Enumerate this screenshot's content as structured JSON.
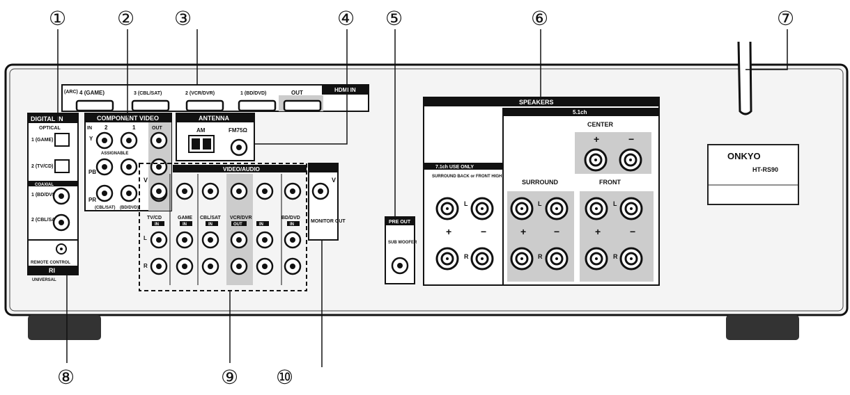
{
  "callouts": [
    "①",
    "②",
    "③",
    "④",
    "⑤",
    "⑥",
    "⑦",
    "⑧",
    "⑨",
    "⑩"
  ],
  "hdmi": {
    "header": "HDMI IN",
    "sub": "(ARC)",
    "ports": [
      {
        "num": "4",
        "name": "(GAME)"
      },
      {
        "num": "3",
        "name": "(CBL/SAT)"
      },
      {
        "num": "2",
        "name": "(VCR/DVR)"
      },
      {
        "num": "1",
        "name": "(BD/DVD)"
      },
      {
        "num": "",
        "name": "OUT"
      }
    ]
  },
  "digital_in": {
    "title": "DIGITAL IN",
    "optical": "OPTICAL",
    "opt1": "1 (GAME)",
    "opt2": "2 (TV/CD)",
    "coaxial": "COAXIAL",
    "coax1": "1 (BD/DVD)",
    "coax2": "2 (CBL/SAT)"
  },
  "remote": {
    "label": "REMOTE CONTROL",
    "ri": "RI",
    "sub": "UNIVERSAL"
  },
  "component": {
    "title": "COMPONENT VIDEO",
    "in_label": "IN",
    "in2": "2",
    "in1": "1",
    "out_label": "OUT",
    "y": "Y",
    "pb": "PB",
    "pr": "PR",
    "assignable": "ASSIGNABLE",
    "src2": "(CBL/SAT)",
    "src1": "(BD/DVD)"
  },
  "antenna": {
    "title": "ANTENNA",
    "am": "AM",
    "fm": "FM75Ω"
  },
  "video_audio": {
    "title": "VIDEO/AUDIO",
    "v": "V",
    "l": "L",
    "r": "R",
    "columns": [
      {
        "name": "TV/CD",
        "tag": "IN"
      },
      {
        "name": "GAME",
        "tag": "IN"
      },
      {
        "name": "CBL/SAT",
        "tag": "IN"
      },
      {
        "name": "VCR/DVR",
        "tag": "OUT"
      },
      {
        "name": "",
        "tag": "IN"
      },
      {
        "name": "BD/DVD",
        "tag": "IN"
      }
    ],
    "monitor": "MONITOR OUT"
  },
  "pre_out": {
    "title": "PRE OUT",
    "sub": "SUB WOOFER"
  },
  "speakers": {
    "title": "SPEAKERS",
    "ch53": "5.1ch",
    "ch71": "7.1ch USE ONLY",
    "back": "SURROUND BACK or FRONT HIGH",
    "center": "CENTER",
    "surround": "SURROUND",
    "front": "FRONT",
    "L": "L",
    "R": "R",
    "plus": "+",
    "minus": "−"
  },
  "brand": {
    "logo": "ONKYO",
    "model": "HT-RS90"
  }
}
